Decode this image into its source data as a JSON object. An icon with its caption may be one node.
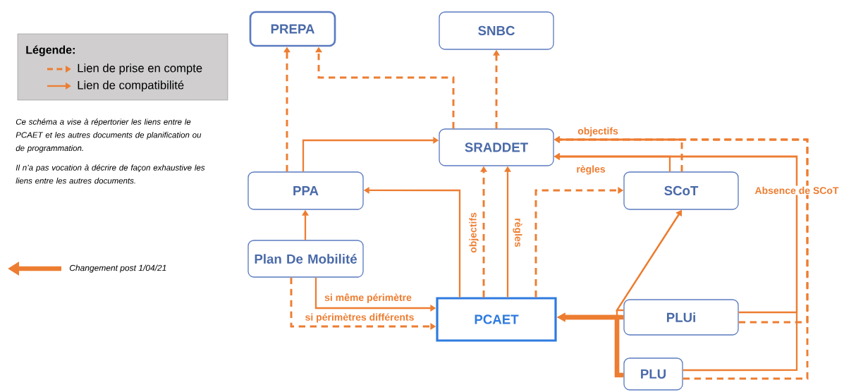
{
  "diagram": {
    "nodes": [
      {
        "text": [
          "PREPA"
        ]
      },
      {
        "text": [
          "SNBC"
        ]
      },
      {
        "text": [
          "SRADDET"
        ]
      },
      {
        "text": [
          "PPA"
        ]
      },
      {
        "text": [
          "Plan De Mobilité"
        ]
      },
      {
        "text": [
          "PCAET"
        ]
      },
      {
        "text": [
          "SCoT"
        ]
      },
      {
        "text": [
          "PLUi"
        ]
      },
      {
        "text": [
          "PLU"
        ]
      }
    ],
    "edges": [
      {
        "from": 3,
        "to": 0,
        "arrow": "to",
        "style": "dashed"
      },
      {
        "from": 2,
        "to": 0,
        "arrow": "to",
        "style": "dashed"
      },
      {
        "from": 2,
        "to": 1,
        "arrow": "to",
        "style": "dashed"
      },
      {
        "from": 3,
        "to": 2,
        "arrow": "to"
      },
      {
        "from": 5,
        "to": 3,
        "arrow": "to"
      },
      {
        "from": 5,
        "to": 2,
        "arrow": "to",
        "style": "dashed",
        "label": "objectifs"
      },
      {
        "from": 5,
        "to": 2,
        "arrow": "to",
        "label": "règles"
      },
      {
        "from": 5,
        "to": 6,
        "arrow": "to",
        "style": "dashed"
      },
      {
        "from": 6,
        "to": 2,
        "arrow": "to",
        "style": "dashed",
        "label": "objectifs"
      },
      {
        "from": 6,
        "to": 2,
        "arrow": "to",
        "label": "règles"
      },
      {
        "from": 4,
        "to": 3,
        "arrow": "to"
      },
      {
        "from": 4,
        "to": 5,
        "arrow": "to",
        "label": "si même périmètre"
      },
      {
        "from": 4,
        "to": 5,
        "arrow": "to",
        "style": "dashed",
        "label": "si périmètres différents"
      },
      {
        "from": 7,
        "to": 5,
        "arrow": "to",
        "style": "thick"
      },
      {
        "from": 8,
        "to": 5,
        "arrow": "to",
        "style": "thick"
      },
      {
        "from": 7,
        "to": 6,
        "arrow": "to"
      },
      {
        "from": 8,
        "to": 6,
        "arrow": "to"
      },
      {
        "from": 7,
        "to": 2,
        "arrow": "to",
        "label": "Absence de SCoT"
      },
      {
        "from": 7,
        "to": 2,
        "arrow": "to",
        "style": "dashed"
      },
      {
        "from": 8,
        "to": 2,
        "arrow": "to"
      },
      {
        "from": 8,
        "to": 2,
        "arrow": "to",
        "style": "dashed"
      }
    ],
    "labels": [
      "Légende:",
      "Ce schéma a vise à répertorier les liens entre le PCAET et les autres documents de planification ou de programmation.",
      "Il n’a pas vocation à décrire de façon exhaustive les liens entre les autres documents."
    ],
    "legend": [
      {
        "text": "Lien de prise en compte"
      },
      {
        "text": "Lien de compatibilité"
      },
      {
        "text": "Changement post 1/04/21"
      }
    ]
  }
}
